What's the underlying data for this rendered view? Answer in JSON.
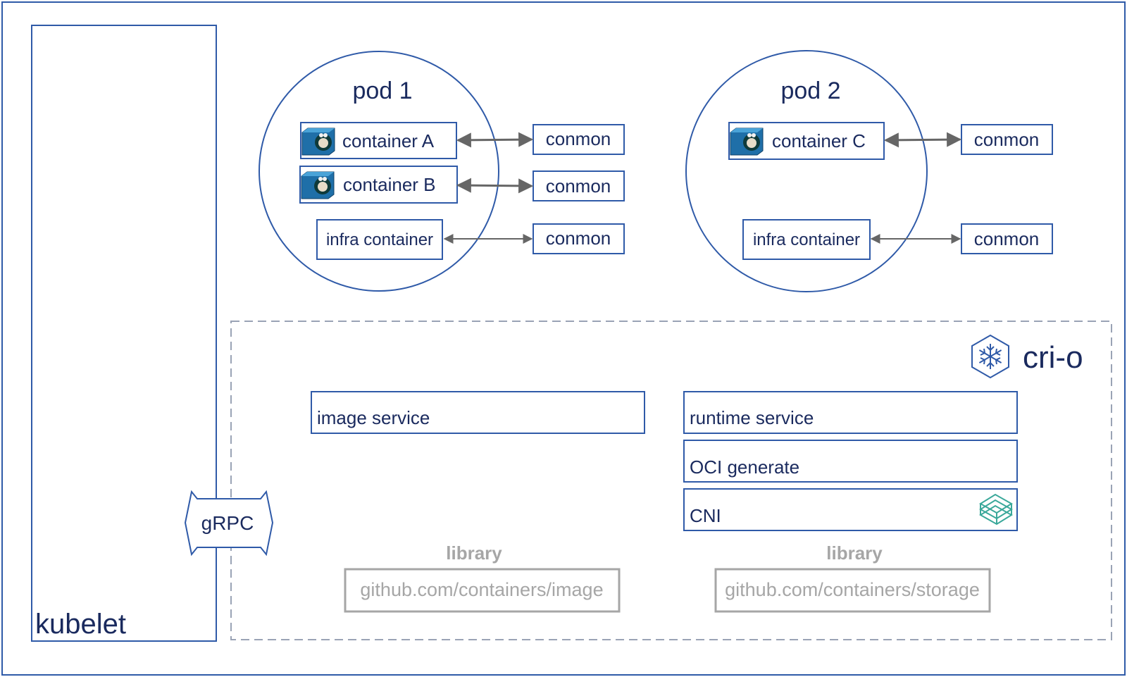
{
  "kubelet": {
    "label": "kubelet"
  },
  "grpc": {
    "label": "gRPC"
  },
  "pods": [
    {
      "title": "pod 1",
      "containers": [
        "container A",
        "container B"
      ],
      "infra": "infra container"
    },
    {
      "title": "pod 2",
      "containers": [
        "container C"
      ],
      "infra": "infra container"
    }
  ],
  "conmon": [
    "conmon",
    "conmon",
    "conmon",
    "conmon",
    "conmon"
  ],
  "crio": {
    "logo_text": "cri-o",
    "logo_icon": "snowflake-hexagon-icon",
    "image_service": "image service",
    "runtime_service": "runtime service",
    "oci_generate": "OCI generate",
    "cni": "CNI",
    "cni_icon": "cni-logo-icon"
  },
  "libraries": [
    {
      "heading": "library",
      "repo": "github.com/containers/image"
    },
    {
      "heading": "library",
      "repo": "github.com/containers/storage"
    }
  ],
  "colors": {
    "border_blue": "#2f5aa8",
    "text_navy": "#1a2a5e",
    "arrow_gray": "#666666",
    "dashed_gray": "#9aa3b5",
    "library_gray": "#a6a6a6",
    "cni_teal": "#3aa89a"
  }
}
